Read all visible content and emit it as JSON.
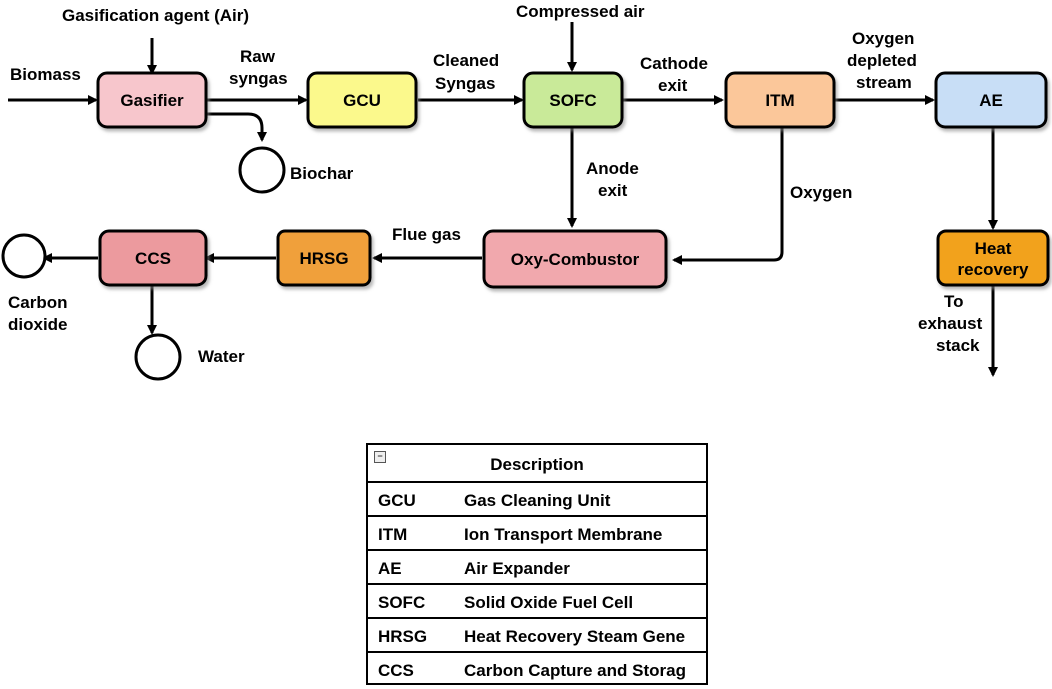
{
  "colors": {
    "gasifier": "#f7c6cc",
    "gcu": "#fbf98c",
    "sofc": "#c9ea99",
    "itm": "#fbc79a",
    "ae": "#c8def6",
    "oxy_combustor": "#f1a8ad",
    "hrsg": "#f0a03a",
    "ccs": "#ec9a9e",
    "heat_recovery": "#f2a21e"
  },
  "nodes": {
    "gasifier": "Gasifier",
    "gcu": "GCU",
    "sofc": "SOFC",
    "itm": "ITM",
    "ae": "AE",
    "oxy_combustor": "Oxy-Combustor",
    "hrsg": "HRSG",
    "ccs": "CCS",
    "heat_recovery_line1": "Heat",
    "heat_recovery_line2": "recovery"
  },
  "labels": {
    "gasification_agent": "Gasification agent (Air)",
    "biomass": "Biomass",
    "raw_syngas_1": "Raw",
    "raw_syngas_2": "syngas",
    "cleaned_syngas_1": "Cleaned",
    "cleaned_syngas_2": "Syngas",
    "compressed_air": "Compressed air",
    "cathode_exit_1": "Cathode",
    "cathode_exit_2": "exit",
    "oxygen_depleted_1": "Oxygen",
    "oxygen_depleted_2": "depleted",
    "oxygen_depleted_3": "stream",
    "biochar": "Biochar",
    "anode_exit_1": "Anode",
    "anode_exit_2": "exit",
    "oxygen": "Oxygen",
    "flue_gas": "Flue gas",
    "carbon_dioxide_1": "Carbon",
    "carbon_dioxide_2": "dioxide",
    "water": "Water",
    "exhaust_1": "To",
    "exhaust_2": "exhaust",
    "exhaust_3": "stack"
  },
  "legend": {
    "collapse_symbol": "−",
    "title": "Description",
    "rows": [
      {
        "abbr": "GCU",
        "desc": "Gas Cleaning Unit"
      },
      {
        "abbr": "ITM",
        "desc": "Ion Transport Membrane"
      },
      {
        "abbr": "AE",
        "desc": "Air Expander"
      },
      {
        "abbr": "SOFC",
        "desc": "Solid Oxide Fuel Cell"
      },
      {
        "abbr": "HRSG",
        "desc": "Heat Recovery Steam Gene"
      },
      {
        "abbr": "CCS",
        "desc": "Carbon Capture and Storag"
      }
    ]
  }
}
